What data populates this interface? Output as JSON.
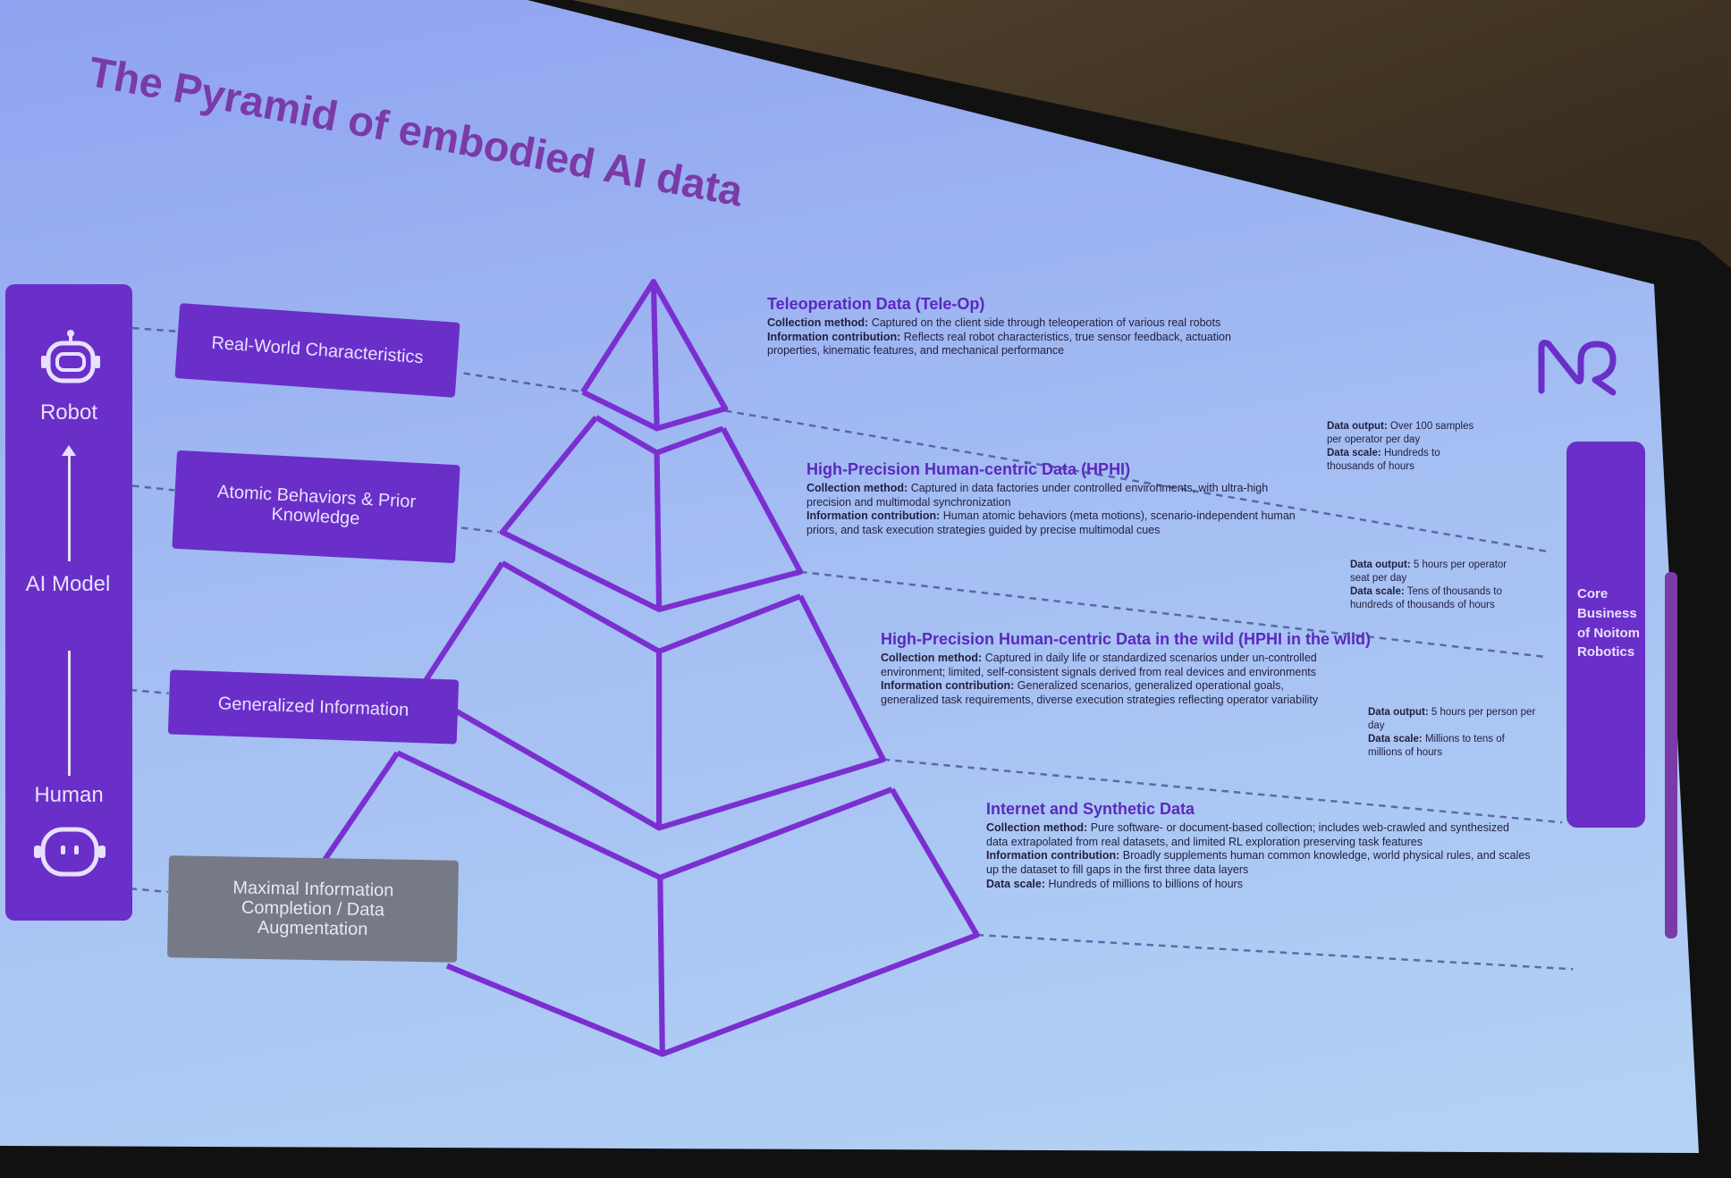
{
  "slide": {
    "title": "The Pyramid of embodied AI data",
    "logo_text": "NR",
    "left_axis": {
      "top_label": "Robot",
      "middle_label": "AI Model",
      "bottom_label": "Human",
      "top_icon": "robot-icon",
      "bottom_icon": "human-face-icon"
    },
    "tiers": [
      {
        "tag": "Real-World Characteristics",
        "title": "Teleoperation Data (Tele-Op)",
        "collection_label": "Collection method:",
        "collection": "Captured on the client side through teleoperation of various real robots",
        "contribution_label": "Information contribution:",
        "contribution": "Reflects real robot characteristics, true sensor feedback, actuation properties, kinematic features, and mechanical performance",
        "output_label": "Data output:",
        "output": "Over 100 samples per operator per day",
        "scale_label": "Data scale:",
        "scale": "Hundreds to thousands of hours"
      },
      {
        "tag": "Atomic Behaviors & Prior Knowledge",
        "title": "High-Precision Human-centric Data (HPHI)",
        "collection_label": "Collection method:",
        "collection": "Captured in data factories under controlled environments, with ultra-high precision and multimodal synchronization",
        "contribution_label": "Information contribution:",
        "contribution": "Human atomic behaviors (meta motions), scenario-independent human priors, and task execution strategies guided by precise multimodal cues",
        "output_label": "Data output:",
        "output": "5 hours per operator seat per day",
        "scale_label": "Data scale:",
        "scale": "Tens of thousands to hundreds of thousands of hours"
      },
      {
        "tag": "Generalized Information",
        "title": "High-Precision Human-centric Data in the wild (HPHI in the wild)",
        "collection_label": "Collection method:",
        "collection": "Captured in daily life or standardized scenarios under un-controlled environment; limited, self-consistent signals derived from real devices and environments",
        "contribution_label": "Information contribution:",
        "contribution": "Generalized scenarios, generalized operational goals, generalized task requirements, diverse execution strategies reflecting operator variability",
        "output_label": "Data output:",
        "output": "5 hours per person per day",
        "scale_label": "Data scale:",
        "scale": "Millions to tens of millions of hours"
      },
      {
        "tag": "Maximal Information Completion / Data Augmentation",
        "title": "Internet and Synthetic Data",
        "collection_label": "Collection method:",
        "collection": "Pure software- or document-based collection; includes web-crawled and synthesized data extrapolated from real datasets, and limited RL exploration preserving task features",
        "contribution_label": "Information contribution:",
        "contribution": "Broadly supplements human common knowledge, world physical rules, and scales up the dataset to fill gaps in the first three data layers",
        "scale_label": "Data scale:",
        "scale": "Hundreds of millions to billions of hours"
      }
    ],
    "right_bar": "Core Business of Noitom Robotics",
    "colors": {
      "accent": "#6a2fc8",
      "title": "#7a3aa8",
      "slide_bg": "#a4bdf3"
    }
  }
}
